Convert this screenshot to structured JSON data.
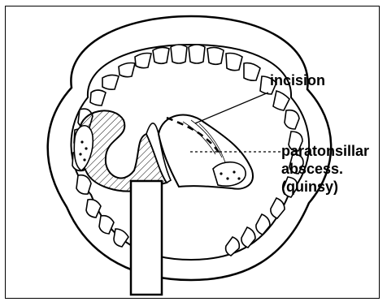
{
  "labels": {
    "incision": "incision",
    "abscess_line1": "paratonsillar",
    "abscess_line2": "abscess.",
    "abscess_line3": "(quinsy)"
  },
  "colors": {
    "ink": "#000000",
    "background": "#ffffff"
  }
}
